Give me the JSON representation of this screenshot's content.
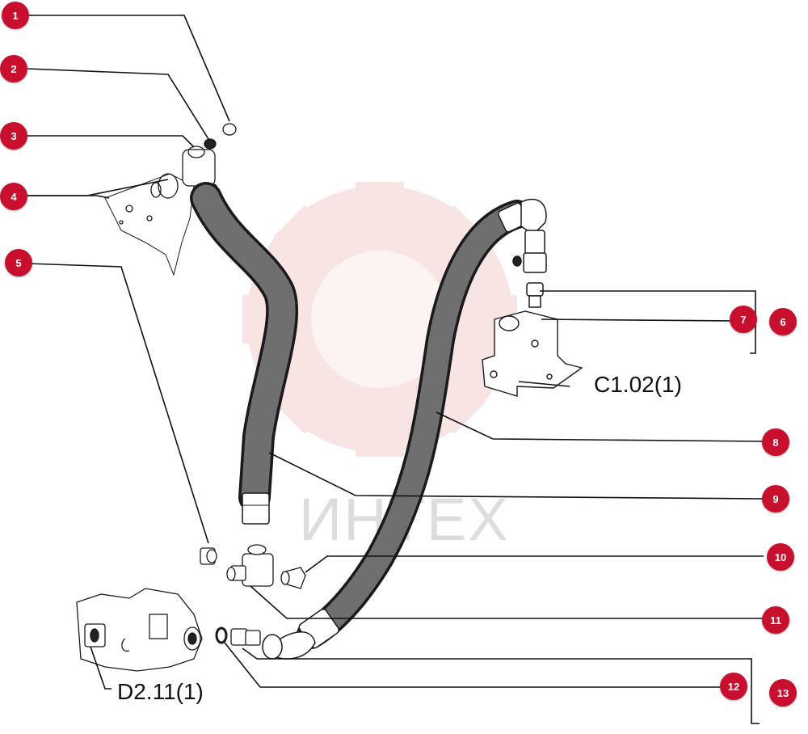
{
  "watermark": {
    "text": "ИНТЕХ",
    "color": "#d63a3a"
  },
  "references": {
    "upper_block": "C1.02(1)",
    "lower_block": "D2.11(1)"
  },
  "callouts": [
    {
      "number": "1"
    },
    {
      "number": "2"
    },
    {
      "number": "3"
    },
    {
      "number": "4"
    },
    {
      "number": "5"
    },
    {
      "number": "6"
    },
    {
      "number": "7"
    },
    {
      "number": "8"
    },
    {
      "number": "9"
    },
    {
      "number": "10"
    },
    {
      "number": "11"
    },
    {
      "number": "12"
    },
    {
      "number": "13"
    }
  ],
  "badge_color": "#c8102e"
}
